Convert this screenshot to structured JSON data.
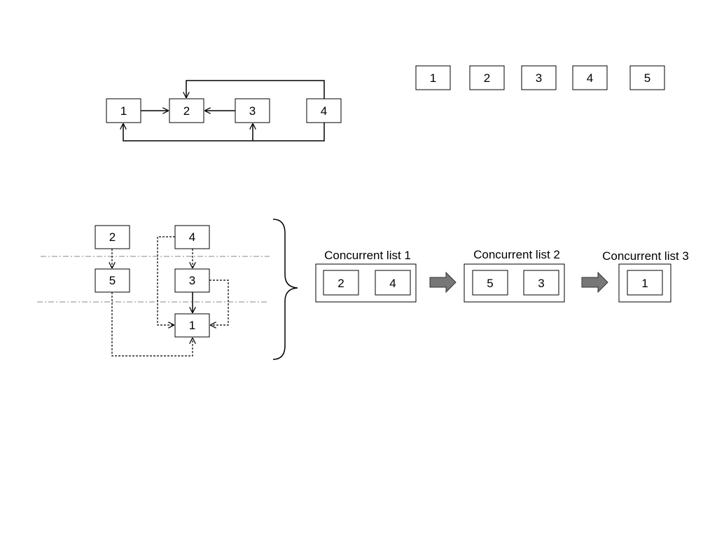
{
  "graph": {
    "nodes": [
      {
        "id": "n1",
        "label": "1"
      },
      {
        "id": "n2",
        "label": "2"
      },
      {
        "id": "n3",
        "label": "3"
      },
      {
        "id": "n4",
        "label": "4"
      }
    ]
  },
  "sequence": {
    "nodes": [
      {
        "id": "s1",
        "label": "1"
      },
      {
        "id": "s2",
        "label": "2"
      },
      {
        "id": "s3",
        "label": "3"
      },
      {
        "id": "s4",
        "label": "4"
      },
      {
        "id": "s5",
        "label": "5"
      }
    ]
  },
  "levels": {
    "nodes": [
      {
        "id": "l2",
        "label": "2"
      },
      {
        "id": "l4",
        "label": "4"
      },
      {
        "id": "l5",
        "label": "5"
      },
      {
        "id": "l3",
        "label": "3"
      },
      {
        "id": "l1",
        "label": "1"
      }
    ]
  },
  "concurrent_lists": [
    {
      "title": "Concurrent list 1",
      "items": [
        "2",
        "4"
      ]
    },
    {
      "title": "Concurrent list 2",
      "items": [
        "5",
        "3"
      ]
    },
    {
      "title": "Concurrent list 3",
      "items": [
        "1"
      ]
    }
  ],
  "colors": {
    "stroke": "#000000",
    "level_line": "#888888",
    "flow_arrow": "#777777"
  }
}
